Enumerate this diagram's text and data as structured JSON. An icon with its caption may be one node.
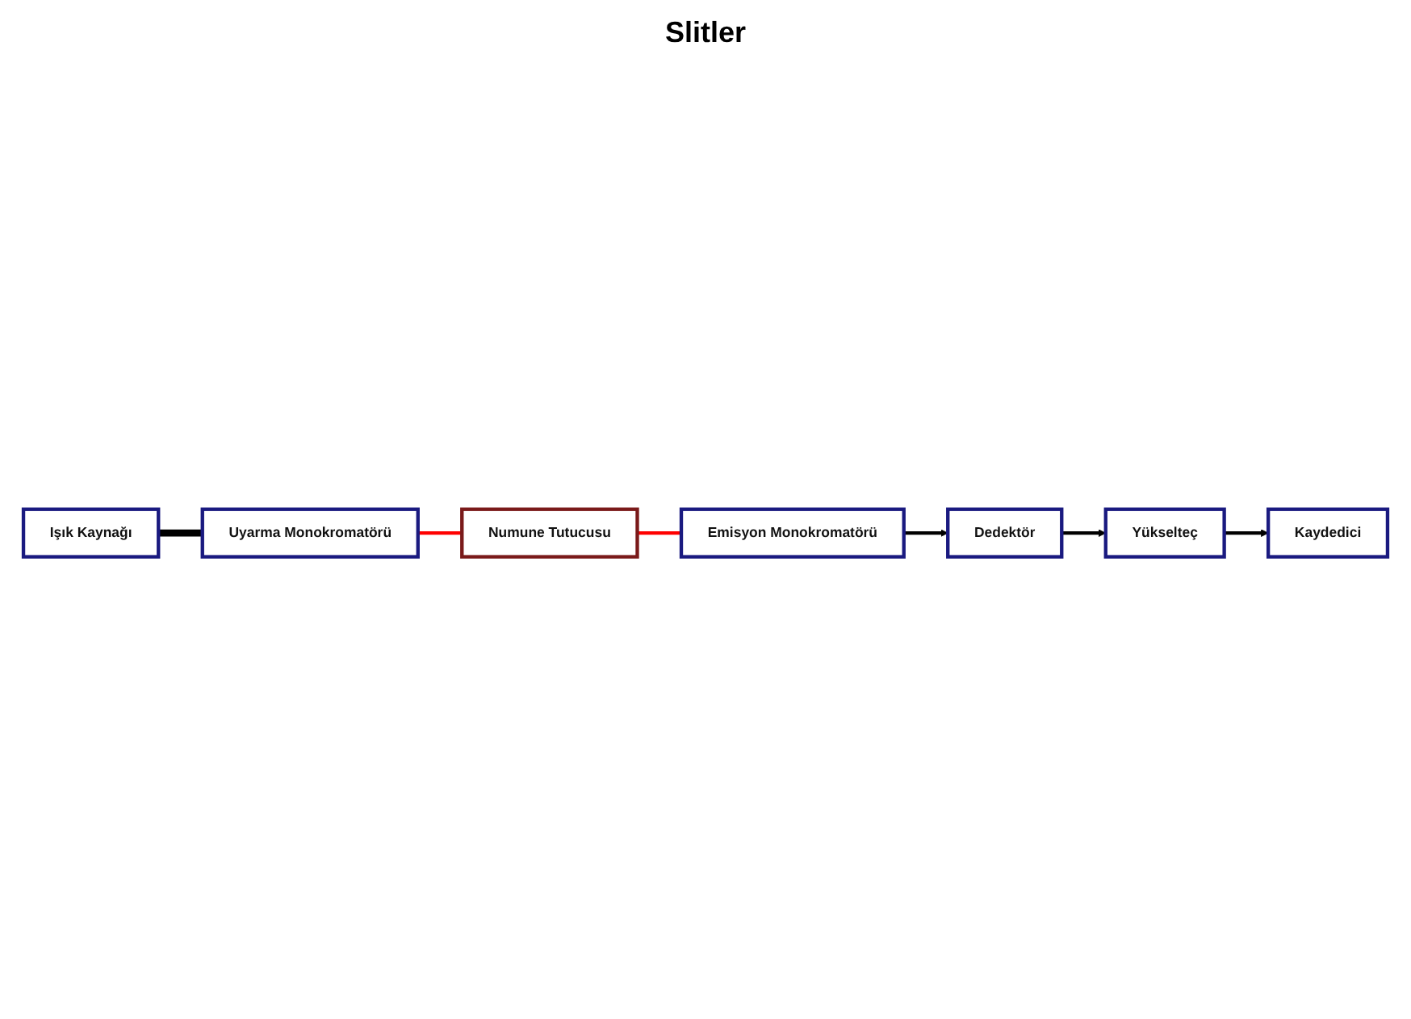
{
  "diagram": {
    "nodes": [
      {
        "text": [
          "Işık Kaynağı"
        ]
      },
      {
        "text": [
          "Uyarma Monokromatörü"
        ]
      },
      {
        "text": [
          "Numune Tutucusu"
        ]
      },
      {
        "text": [
          "Emisyon Monokromatörü"
        ]
      },
      {
        "text": [
          "Dedektör"
        ]
      },
      {
        "text": [
          "Yükselteç"
        ]
      },
      {
        "text": [
          "Kaydedici"
        ]
      }
    ],
    "edges": [
      {
        "from": 0,
        "to": 1,
        "arrow": "none",
        "style": "thick"
      },
      {
        "from": 1,
        "to": 2,
        "arrow": "none",
        "color": "#ff0000"
      },
      {
        "from": 2,
        "to": 3,
        "arrow": "none",
        "color": "#ff0000"
      },
      {
        "from": 3,
        "to": 4,
        "arrow": "to"
      },
      {
        "from": 4,
        "to": 5,
        "arrow": "to"
      },
      {
        "from": 5,
        "to": 6,
        "arrow": "to"
      }
    ],
    "labels": [
      "Slitler"
    ]
  }
}
